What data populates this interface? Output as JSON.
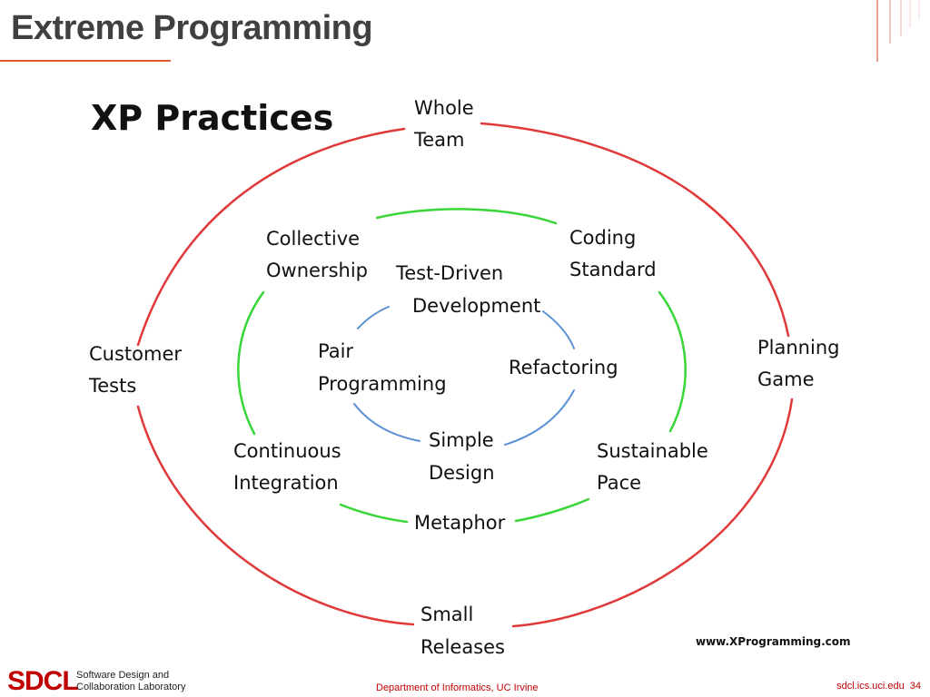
{
  "slide": {
    "title": "Extreme Programming",
    "accent_color": "#e05a3a"
  },
  "diagram": {
    "heading": "XP Practices",
    "source_url": "www.XProgramming.com",
    "ring_colors": {
      "outer": "#e0393a",
      "middle": "#38d638",
      "inner": "#5b8fd6"
    },
    "outer_practices": [
      [
        "Whole",
        "Team"
      ],
      [
        "Planning",
        "Game"
      ],
      [
        "Small",
        "Releases"
      ],
      [
        "Customer",
        "Tests"
      ]
    ],
    "middle_practices": [
      [
        "Collective",
        "Ownership"
      ],
      [
        "Coding",
        "Standard"
      ],
      [
        "Sustainable",
        "Pace"
      ],
      [
        "Metaphor"
      ],
      [
        "Continuous",
        "Integration"
      ]
    ],
    "inner_practices": [
      [
        "Test-Driven",
        "Development"
      ],
      [
        "Refactoring"
      ],
      [
        "Simple",
        "Design"
      ],
      [
        "Pair",
        "Programming"
      ]
    ]
  },
  "footer": {
    "logo": "SDCL",
    "lab_line1": "Software Design and",
    "lab_line2": "Collaboration Laboratory",
    "department": "Department of Informatics, UC Irvine",
    "site": "sdcl.ics.uci.edu",
    "page_number": "34"
  }
}
